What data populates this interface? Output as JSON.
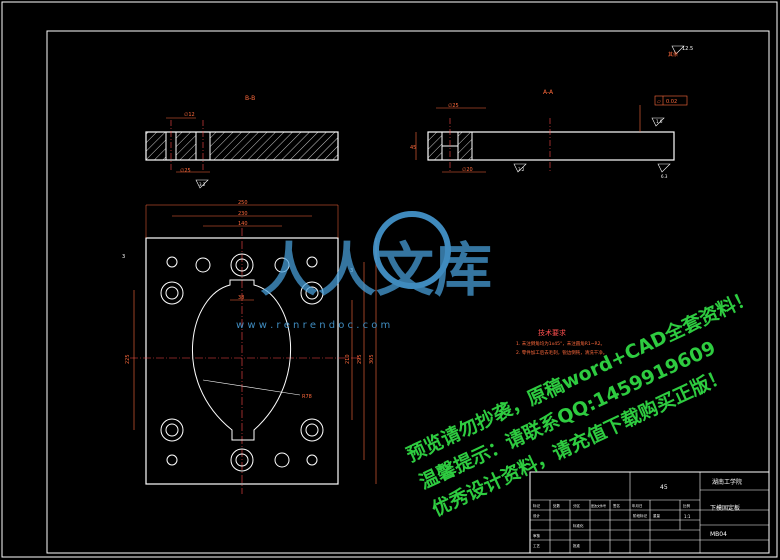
{
  "section_views": {
    "bb_label": "B-B",
    "aa_label": "A-A"
  },
  "dimensions": {
    "top_d1": "∅12",
    "top_d2": "∅25",
    "roughness_top": "3.2",
    "aa_d1": "∅25",
    "aa_d2": "∅20",
    "aa_height": "45",
    "aa_rough1": "3.2",
    "aa_rough2": "6.3",
    "aa_rough3": "1.6",
    "flatness": "0.02",
    "corner_rough_value": "12.5",
    "overall_width": "250",
    "inner_width": "230",
    "hole_span": "140",
    "small_dim": "38",
    "radius": "R78",
    "left_height": "225",
    "height_1": "210",
    "height_2": "295",
    "height_3": "305",
    "side_mark": "3"
  },
  "notes": {
    "title": "技术要求",
    "lines": [
      "1. 未注倒角均为1x45°，未注圆角R1~R2。",
      "2. 零件加工后去毛刺，锐边倒钝，清洗干净。"
    ]
  },
  "title_block": {
    "material": "45",
    "company": "湖南工学院",
    "part_name": "下模固定板",
    "drawing_no": "MB04",
    "scale": "1:1",
    "labels": [
      "标记",
      "处数",
      "分区",
      "更改文件号",
      "签名",
      "年月日",
      "设计",
      "审核",
      "工艺",
      "批准",
      "标准化",
      "阶段标记",
      "重量",
      "比例"
    ]
  },
  "watermark": {
    "logo": "人人文库",
    "url": "w w w . r e n r e n d o c . c o m",
    "line1": "预览请勿抄袭，原稿word+CAD全套资料！",
    "line2": "温馨提示：请联系QQ:1459919609",
    "line3": "优秀设计资料，请充值下载购买正版！"
  },
  "colors": {
    "background": "#000000",
    "outline": "#ffffff",
    "dimension": "#ff6a3c",
    "centerline": "#ff4a4a",
    "note_title": "#ff5050",
    "watermark_green": "#2ecc40",
    "watermark_blue": "#4aa3df"
  }
}
